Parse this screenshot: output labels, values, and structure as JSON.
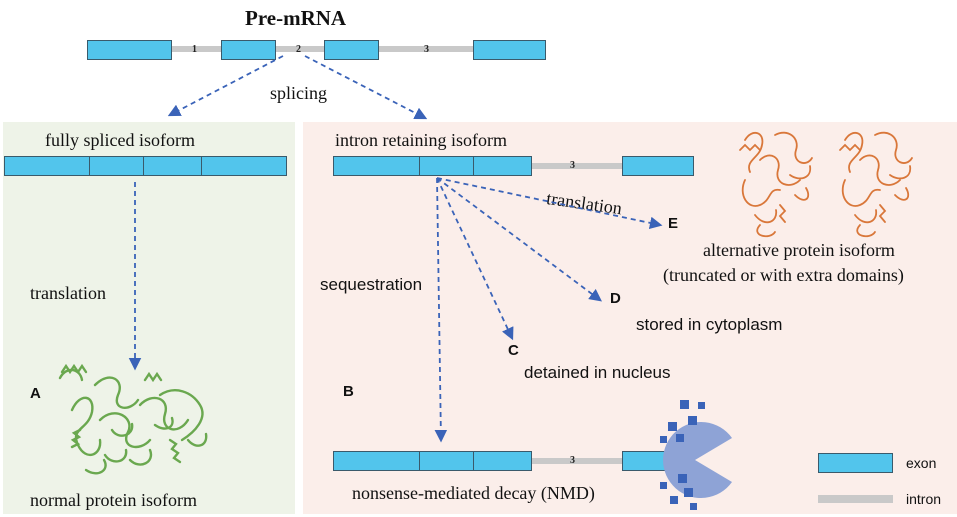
{
  "title": "Pre-mRNA",
  "pre_mrna_intron_numbers": [
    "1",
    "2",
    "3"
  ],
  "splicing_label": "splicing",
  "panel_a": {
    "letter": "A",
    "isoform_label": "fully spliced isoform",
    "translation_label": "translation",
    "protein_label": "normal protein isoform"
  },
  "panel_b": {
    "letter": "B",
    "isoform_label": "intron retaining isoform",
    "intron_number": "3",
    "translation_label": "translation",
    "sequestration_label": "sequestration",
    "outcomes": {
      "c": {
        "letter": "C",
        "label": "detained in nucleus"
      },
      "d": {
        "letter": "D",
        "label": "stored in cytoplasm"
      },
      "e": {
        "letter": "E",
        "label_line1": "alternative protein isoform",
        "label_line2": "(truncated or with extra domains)"
      }
    },
    "nmd_label": "nonsense-mediated decay (NMD)",
    "nmd_intron_number": "3"
  },
  "legend": {
    "exon": "exon",
    "intron": "intron"
  },
  "colors": {
    "exon": "#52c5ec",
    "intron": "#c9c9c9",
    "arrow": "#3a63b8",
    "normal_protein": "#6aa84f",
    "alternative_protein": "#d9773a",
    "pacman": "#8ea3d6",
    "panel_a_bg": "#eef3e8",
    "panel_b_bg": "#fbeeea"
  }
}
